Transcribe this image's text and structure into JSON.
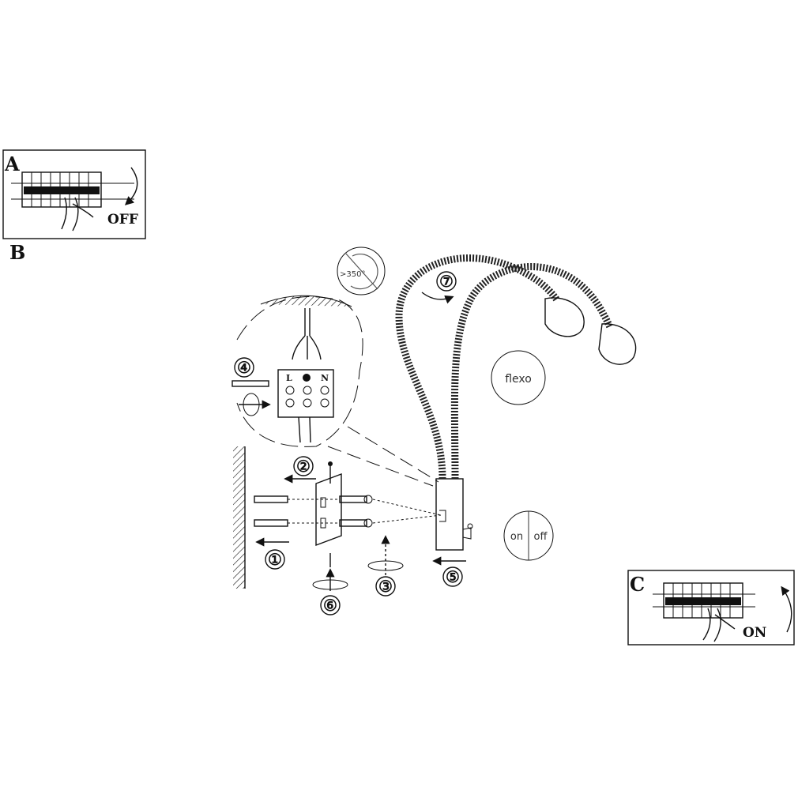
{
  "panels": {
    "a": {
      "letter": "A",
      "caption": "OFF"
    },
    "b": {
      "letter": "B"
    },
    "c": {
      "letter": "C",
      "caption": "ON"
    }
  },
  "steps": {
    "s1": "①",
    "s2": "②",
    "s3": "③",
    "s4": "④",
    "s5": "⑤",
    "s6": "⑥",
    "s7": "⑦"
  },
  "terminals": {
    "l": "L",
    "n": "N"
  },
  "badges": {
    "rotation": ">350°",
    "flexo": "flexo",
    "on": "on",
    "off": "off"
  }
}
